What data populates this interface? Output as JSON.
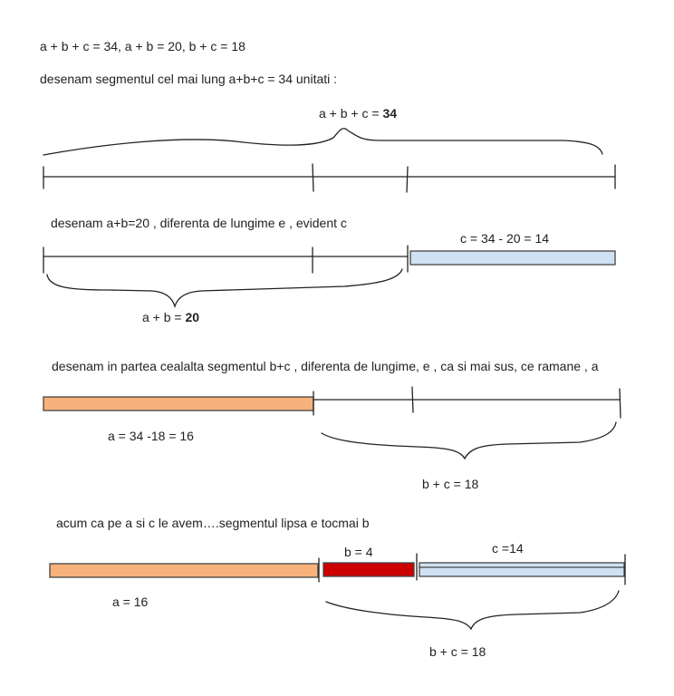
{
  "header": {
    "equations": "a + b  + c  = 34,     a + b = 20,    b + c  = 18",
    "step1": "desenam segmentul cel mai lung  a+b+c = 34 unitati :"
  },
  "section1": {
    "label_prefix": "a + b  + c  = ",
    "label_value": "34"
  },
  "section2": {
    "caption": "desenam a+b=20  , diferenta de lungime e , evident c",
    "c_label": "c = 34 - 20 = 14",
    "ab_prefix": "a + b = ",
    "ab_value": "20"
  },
  "section3": {
    "caption": "desenam in partea cealalta segmentul  b+c , diferenta de lungime, e , ca si mai sus, ce ramane ,  a",
    "a_label": "a = 34 -18 = 16",
    "bc_label": "b + c  = 18"
  },
  "section4": {
    "caption": "acum ca pe a si c le avem….segmentul lipsa e tocmai   b",
    "b_label": "b = 4",
    "c_label": "c =14",
    "a_label": "a = 16",
    "bc_label": "b + c  = 18"
  },
  "colors": {
    "a_fill": "#f6b27a",
    "b_fill": "#cc0000",
    "c_fill": "#cfe2f3",
    "line": "#222222"
  }
}
